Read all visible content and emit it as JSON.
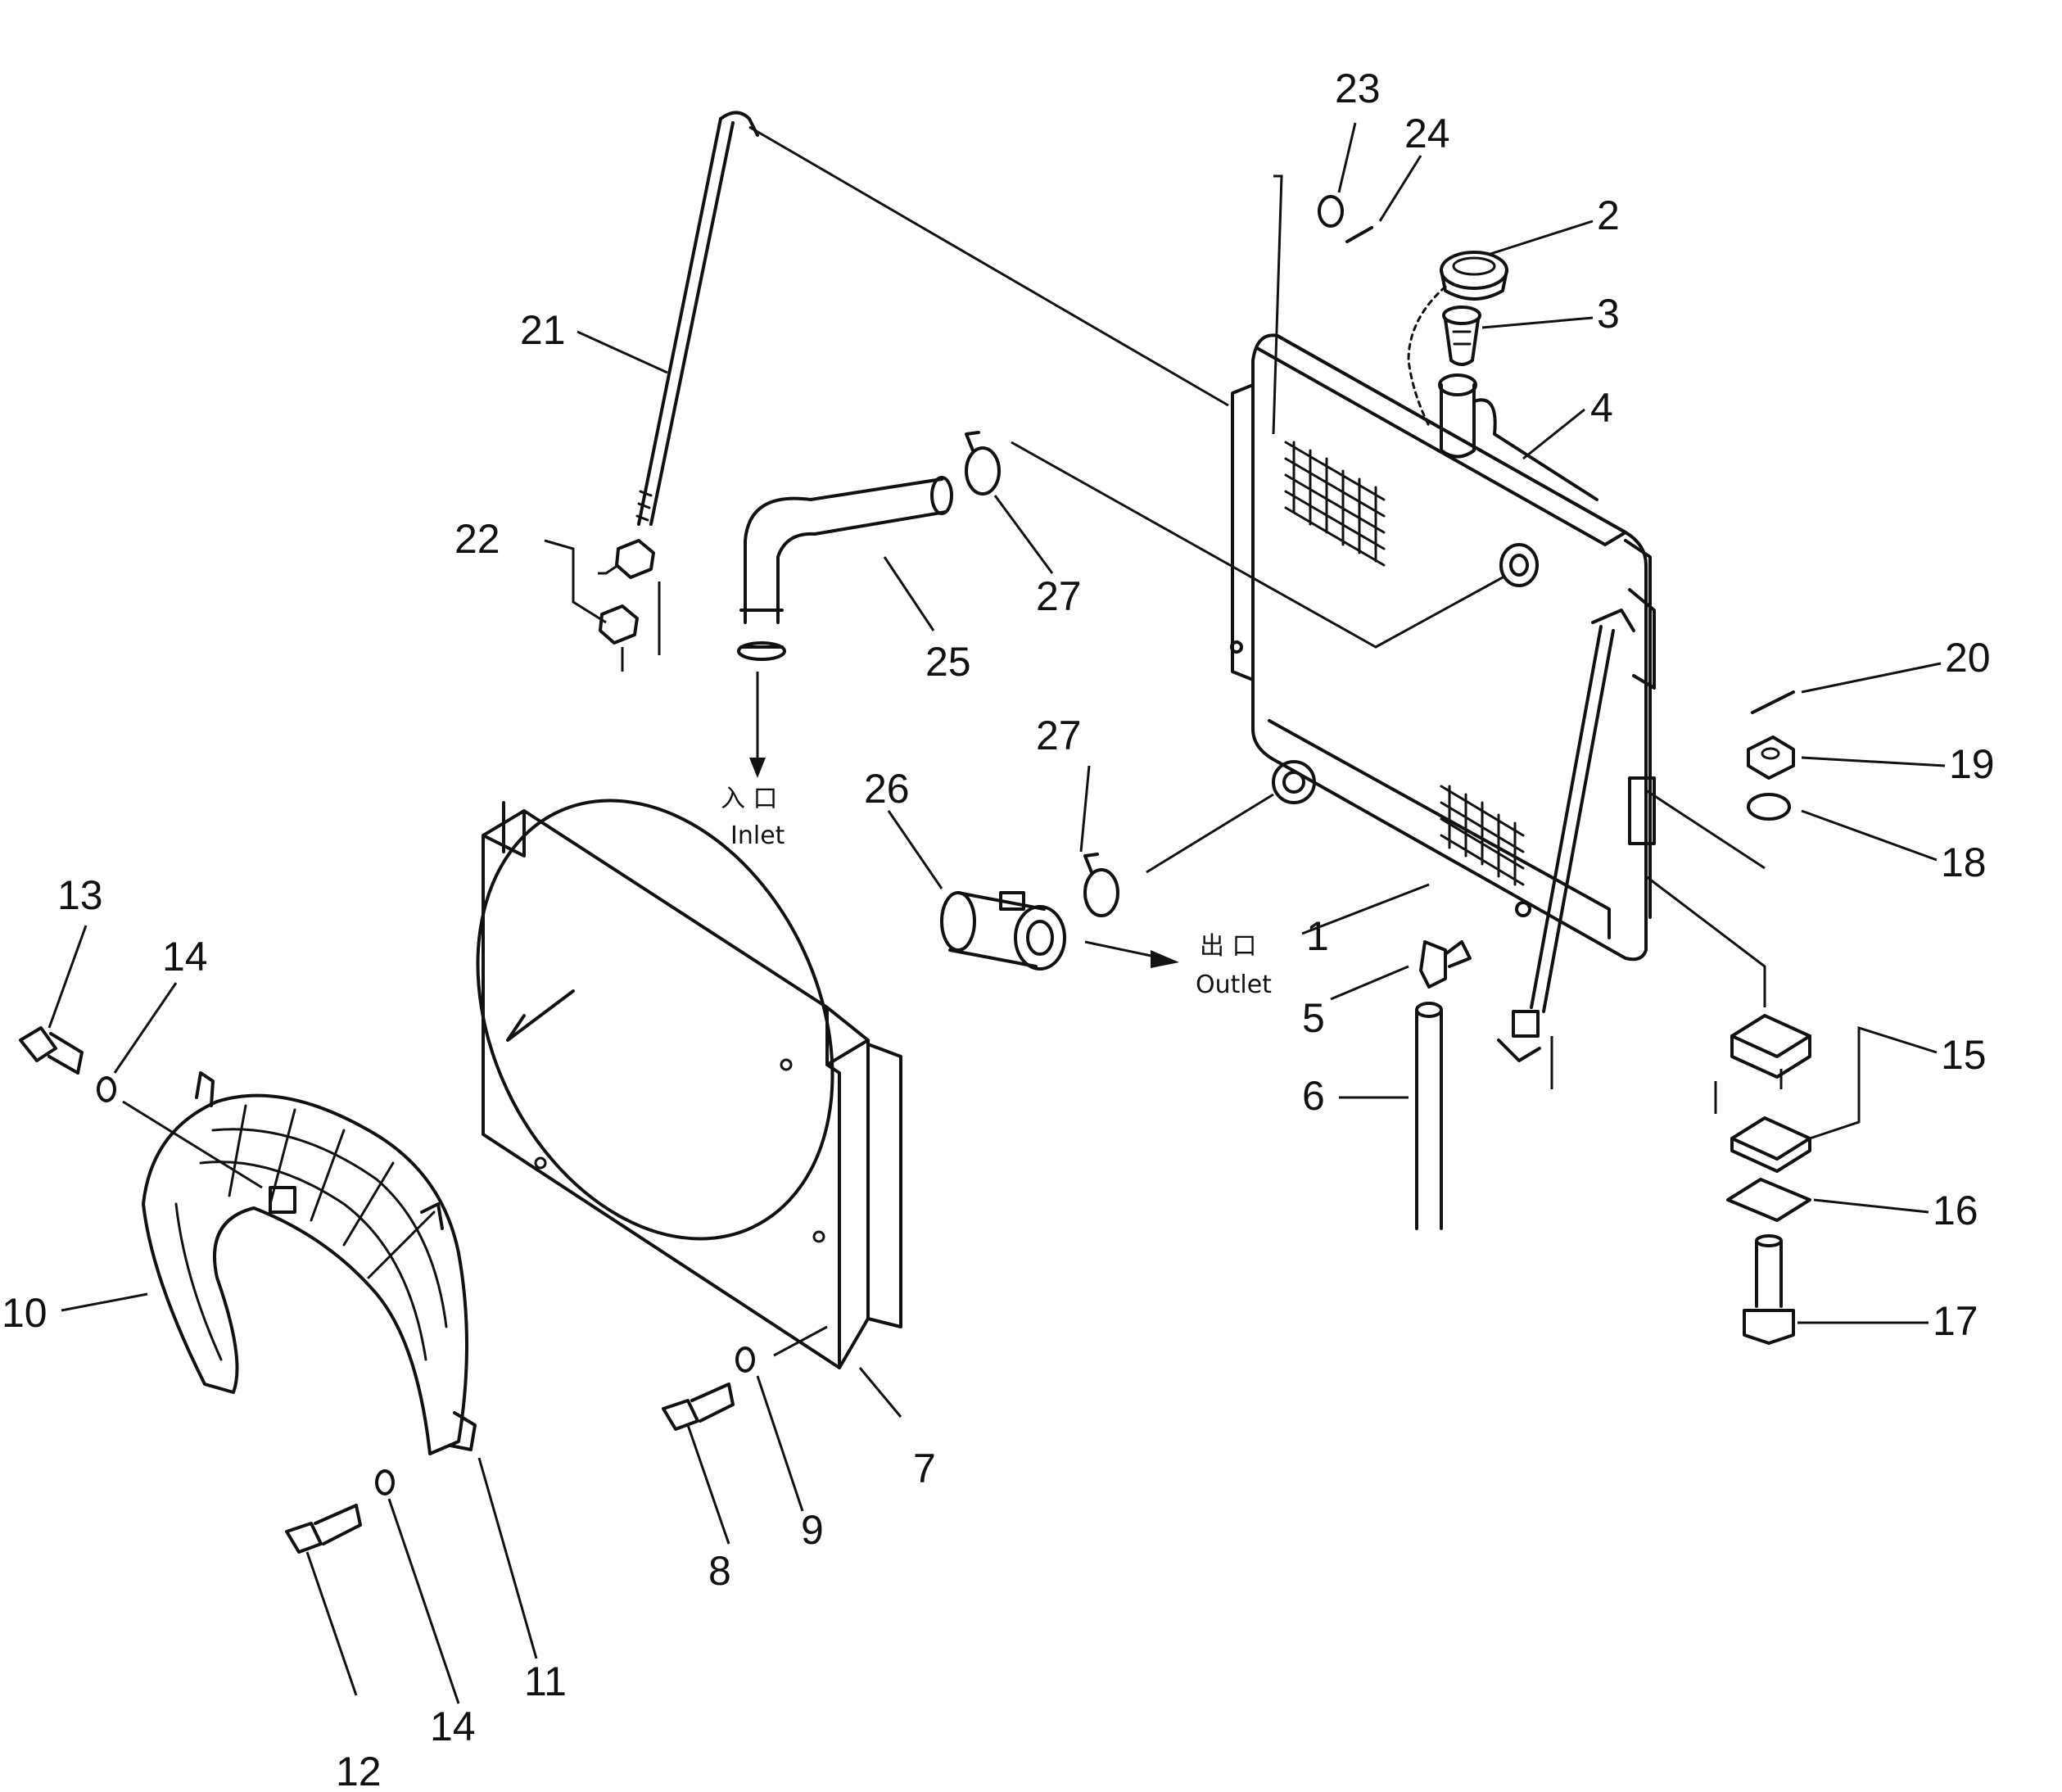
{
  "callouts": [
    "1",
    "2",
    "3",
    "4",
    "5",
    "6",
    "7",
    "8",
    "9",
    "10",
    "11",
    "12",
    "13",
    "14",
    "14",
    "15",
    "16",
    "17",
    "18",
    "19",
    "20",
    "21",
    "22",
    "23",
    "24",
    "25",
    "26",
    "27",
    "27"
  ],
  "flow": {
    "inlet_cjk": "入  口",
    "inlet_en": "Inlet",
    "outlet_cjk": "出  口",
    "outlet_en": "Outlet"
  }
}
